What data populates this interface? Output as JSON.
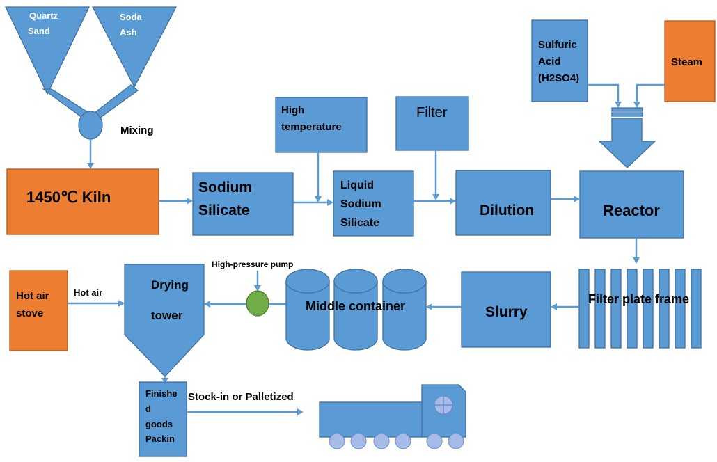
{
  "colors": {
    "process_blue": "#5B9BD5",
    "process_blue_border": "#41719C",
    "heat_orange": "#ED7D31",
    "pump_green": "#70AD47",
    "wheel_lavender": "#A7BBE8"
  },
  "hoppers": {
    "quartz_sand": [
      "Quartz",
      "Sand"
    ],
    "soda_ash": [
      "Soda",
      "Ash"
    ]
  },
  "labels": {
    "mixing": "Mixing",
    "kiln": "1450℃  Kiln",
    "sodium_silicate": [
      "Sodium",
      "Silicate"
    ],
    "high_temperature": [
      "High",
      "temperature"
    ],
    "liquid_sodium_silicate": [
      "Liquid",
      "Sodium",
      "Silicate"
    ],
    "filter": "Filter",
    "dilution": "Dilution",
    "sulfuric_acid": [
      "Sulfuric",
      "Acid",
      "(H2SO4)"
    ],
    "steam": "Steam",
    "reactor": "Reactor",
    "filter_plate_frame": "Filter plate frame",
    "slurry": "Slurry",
    "middle_container": "Middle container",
    "high_pressure_pump": "High-pressure pump",
    "drying_tower": [
      "Drying",
      "tower"
    ],
    "hot_air_stove": [
      "Hot air",
      "stove"
    ],
    "hot_air": "Hot air",
    "finished_goods": [
      "Finishe",
      "d",
      "goods",
      "Packin"
    ],
    "stock_in": "Stock-in or Palletized"
  },
  "icons": {
    "truck": "truck-icon",
    "pump": "pump-icon",
    "crosshair_window": "truck-window-icon"
  }
}
